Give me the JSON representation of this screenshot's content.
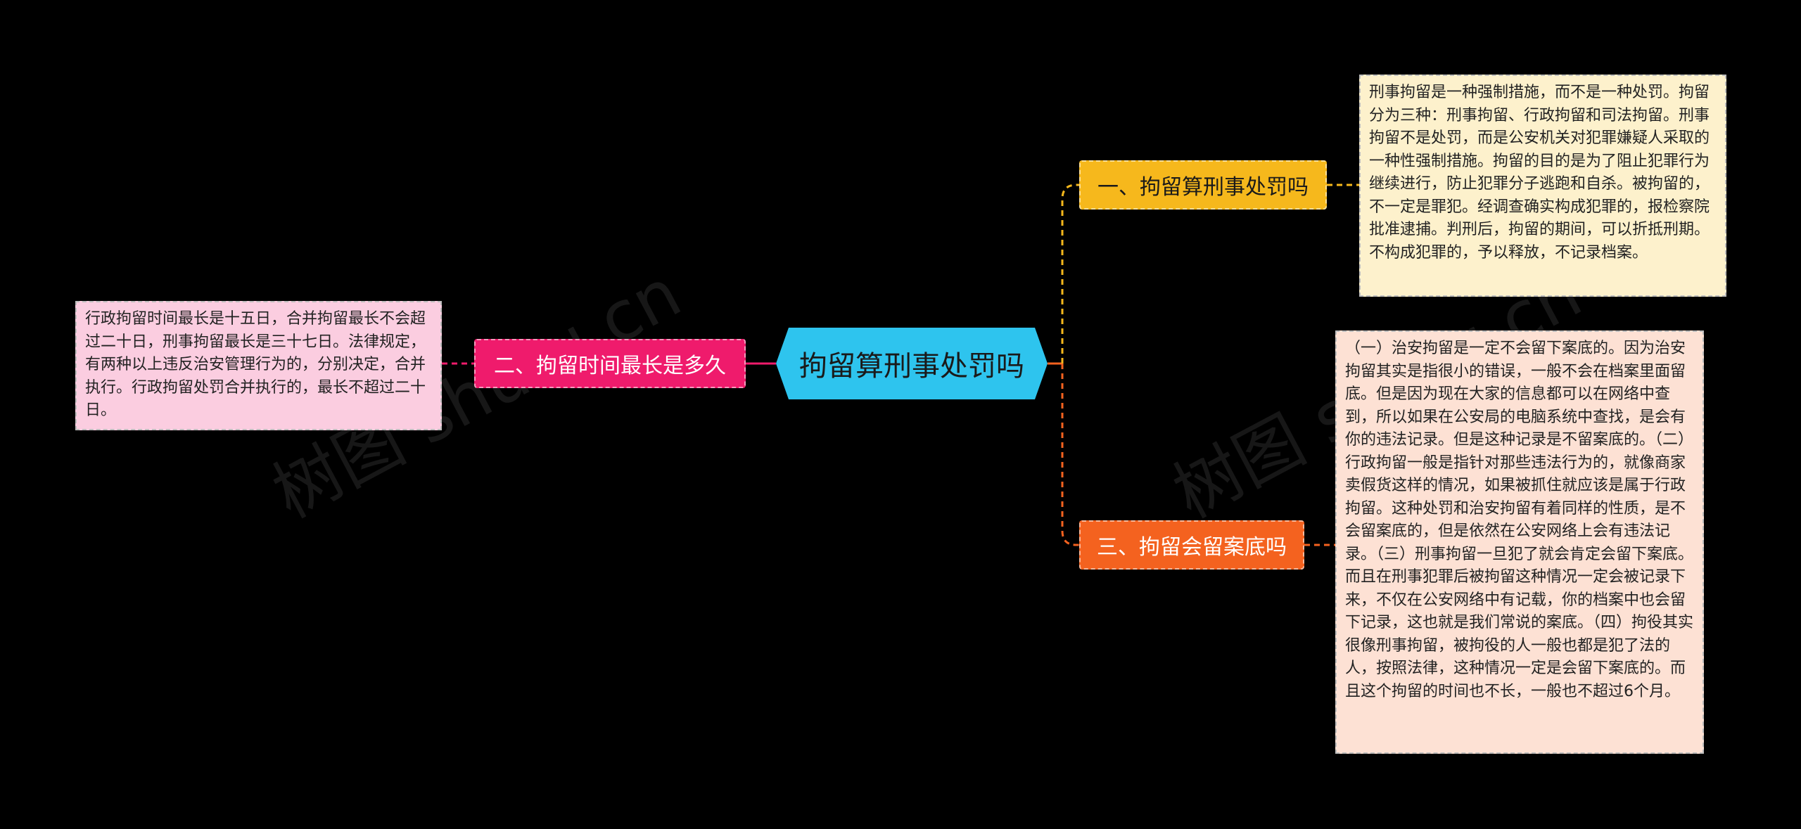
{
  "colors": {
    "root": "#2ec4ee",
    "branch_1": "#f6b81c",
    "branch_2": "#ef1b6c",
    "branch_3": "#f4621f",
    "leaf_1": "#fdf1cc",
    "leaf_2": "#fbcde0",
    "leaf_3": "#fde1d4",
    "line_orange": "#f6b81c",
    "line_pink": "#ef1b6c",
    "line_red": "#f4621f"
  },
  "root": {
    "label": "拘留算刑事处罚吗"
  },
  "branches": [
    {
      "label": "一、拘留算刑事处罚吗",
      "note": "刑事拘留是一种强制措施，而不是一种处罚。拘留分为三种：刑事拘留、行政拘留和司法拘留。刑事拘留不是处罚，而是公安机关对犯罪嫌疑人采取的一种性强制措施。拘留的目的是为了阻止犯罪行为继续进行，防止犯罪分子逃跑和自杀。被拘留的，不一定是罪犯。经调查确实构成犯罪的，报检察院批准逮捕。判刑后，拘留的期间，可以折抵刑期。不构成犯罪的，予以释放，不记录档案。"
    },
    {
      "label": "二、拘留时间最长是多久",
      "note": "行政拘留时间最长是十五日，合并拘留最长不会超过二十日，刑事拘留最长是三十七日。法律规定，有两种以上违反治安管理行为的，分别决定，合并执行。行政拘留处罚合并执行的，最长不超过二十日。"
    },
    {
      "label": "三、拘留会留案底吗",
      "note": "（一）治安拘留是一定不会留下案底的。因为治安拘留其实是指很小的错误，一般不会在档案里面留底。但是因为现在大家的信息都可以在网络中查到，所以如果在公安局的电脑系统中查找，是会有你的违法记录。但是这种记录是不留案底的。（二）行政拘留一般是指针对那些违法行为的，就像商家卖假货这样的情况，如果被抓住就应该是属于行政拘留。这种处罚和治安拘留有着同样的性质，是不会留案底的，但是依然在公安网络上会有违法记录。（三）刑事拘留一旦犯了就会肯定会留下案底。而且在刑事犯罪后被拘留这种情况一定会被记录下来，不仅在公安网络中有记载，你的档案中也会留下记录，这也就是我们常说的案底。（四）拘役其实很像刑事拘留，被拘役的人一般也都是犯了法的人，按照法律，这种情况一定是会留下案底的。而且这个拘留的时间也不长，一般也不超过6个月。"
    }
  ],
  "watermark": {
    "text_1": "树图 shutu.cn",
    "text_2": "树图 shutu.cn"
  }
}
